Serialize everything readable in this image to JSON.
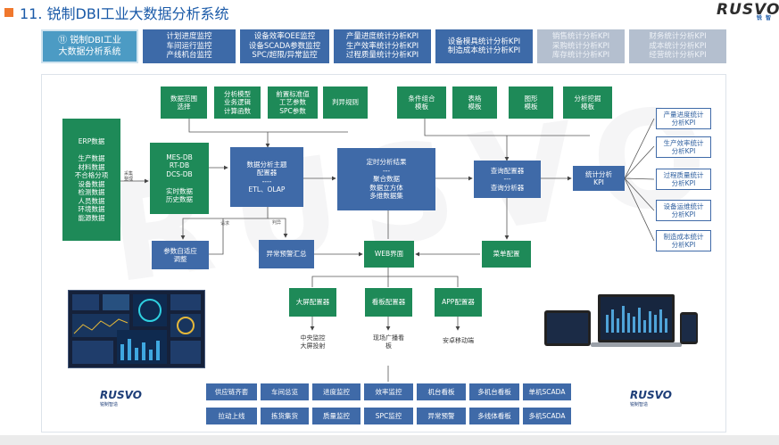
{
  "header": {
    "title": "11. 锐制DBI工业大数据分析系统",
    "logo": "RUSVO",
    "logo_sub": "锐 智"
  },
  "tabs": [
    {
      "text": "⑪ 锐制DBI工业\n大数据分析系统"
    },
    {
      "text": "计划进度监控\n车间运行监控\n产线机台监控"
    },
    {
      "text": "设备效率OEE监控\n设备SCADA参数监控\nSPC/超限/异常监控"
    },
    {
      "text": "产量进度统计分析KPI\n生产效率统计分析KPI\n过程质量统计分析KPI"
    },
    {
      "text": "设备模具统计分析KPI\n制造成本统计分析KPI"
    },
    {
      "text": "销售统计分析KPI\n采购统计分析KPI\n库存统计分析KPI"
    },
    {
      "text": "财务统计分析KPI\n成本统计分析KPI\n经营统计分析KPI"
    }
  ],
  "erp": "ERP数据\n\n生产数据\n材料数据\n不合格分项\n设备数据\n检测数据\n人员数据\n环境数据\n能源数据",
  "collect_label": "采集\n整理",
  "top_boxes": {
    "scope": "数据范围\n选择",
    "model": "分析模型\n业务逻辑\n计算函数",
    "pre": "前置标准值\n工艺参数\nSPC参数",
    "judge": "判异规则"
  },
  "right_top": {
    "cond": "条件组合\n模板",
    "table": "表格\n模板",
    "graph": "图形\n模板",
    "mining": "分析挖掘\n模板"
  },
  "mes": "MES-DB\nRT-DB\nDCS-DB\n\n实时数据\n历史数据",
  "topic": "数据分析主题\n配置器\n----\nETL、OLAP",
  "result": "定时分析结果\n---\n聚合数据\n数据立方体\n多维数据集",
  "query": "查询配置器\n---\n查询分析器",
  "kpi": "统计分析\nKPI",
  "kpi_list": [
    "产量进度统计\n分析KPI",
    "生产效率统计\n分析KPI",
    "过程质量统计\n分析KPI",
    "设备运维统计\n分析KPI",
    "制造成本统计\n分析KPI"
  ],
  "adapt": "参数自适应\n调整",
  "alarm": "异常预警汇总",
  "web": "WEB界面",
  "menu": "菜单配置",
  "labels": {
    "request": "请求",
    "judge_anomaly": "判异"
  },
  "configs": {
    "big": "大屏配置器",
    "board": "看板配置器",
    "app": "APP配置器"
  },
  "outputs": {
    "big": "中央监控\n大屏投射",
    "board": "现场广播看\n板",
    "app": "安卓移动端"
  },
  "bottom_row1": [
    "供应链齐套",
    "车间总览",
    "进度监控",
    "效率监控",
    "机台看板",
    "多机台看板",
    "单机SCADA"
  ],
  "bottom_row2": [
    "拉动上线",
    "拣货集货",
    "质量监控",
    "SPC监控",
    "异常预警",
    "多线体看板",
    "多机SCADA"
  ],
  "small_logo": "RUSVO",
  "small_logo_sub": "锐制智造",
  "colors": {
    "green": "#1e8a58",
    "blue": "#3f6aa8",
    "accent": "#f0782d",
    "title": "#1a5aa8"
  }
}
